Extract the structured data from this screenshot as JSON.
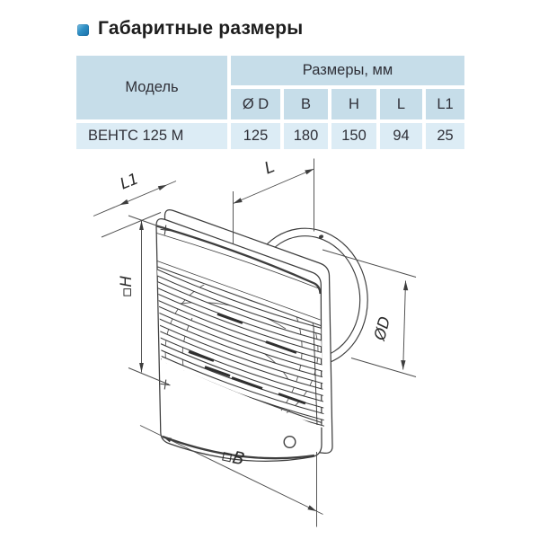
{
  "page": {
    "title": "Габаритные размеры"
  },
  "table": {
    "model_header": "Модель",
    "sizes_header": "Размеры, мм",
    "columns": [
      "Ø D",
      "B",
      "H",
      "L",
      "L1"
    ],
    "row": {
      "model": "ВЕНТС 125 М",
      "values": [
        "125",
        "180",
        "150",
        "94",
        "25"
      ]
    }
  },
  "diagram": {
    "labels": {
      "depth_flange": "L1",
      "depth_total": "L",
      "height": "▫H",
      "diameter": "ØD",
      "width": "▫B"
    }
  },
  "colors": {
    "accent_icon": "#2e8fc4",
    "table_header_bg": "#c6dde9",
    "table_row_bg": "#dcecf5",
    "line": "#3d3d3d"
  }
}
